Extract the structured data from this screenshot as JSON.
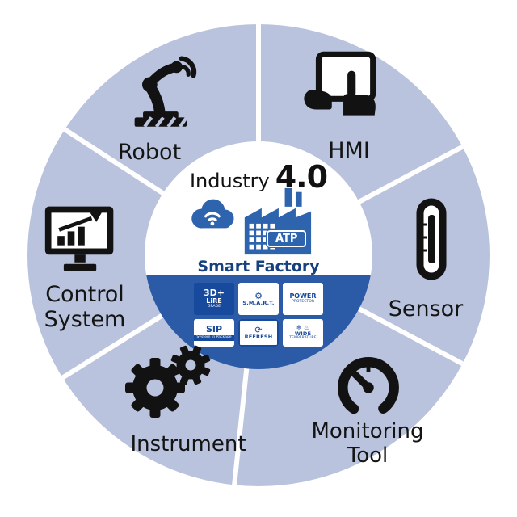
{
  "diagram": {
    "center": {
      "industry_label": "Industry",
      "version": "4.0",
      "atp_label": "ATP",
      "smart_factory": "Smart Factory",
      "tiles": [
        {
          "name": "3d-lire",
          "lines": [
            "3D+",
            "LiRE",
            "GRADE"
          ]
        },
        {
          "name": "smart",
          "icon": "⚙",
          "lines": [
            "S.M.A.R.T."
          ]
        },
        {
          "name": "power-protector",
          "lines": [
            "POWER",
            "PROTECTOR"
          ]
        },
        {
          "name": "sip",
          "lines": [
            "SIP",
            "System in Package"
          ]
        },
        {
          "name": "refresh",
          "icon": "⟳",
          "lines": [
            "REFRESH"
          ]
        },
        {
          "name": "wide-temperature",
          "icon": "❄ ♨",
          "lines": [
            "WIDE",
            "TEMPERATURE"
          ]
        }
      ]
    },
    "sectors": [
      {
        "id": "robot",
        "lines": [
          "Robot"
        ]
      },
      {
        "id": "hmi",
        "lines": [
          "HMI"
        ]
      },
      {
        "id": "sensor",
        "lines": [
          "Sensor"
        ]
      },
      {
        "id": "monitoring-tool",
        "lines": [
          "Monitoring",
          "Tool"
        ]
      },
      {
        "id": "instrument",
        "lines": [
          "Instrument"
        ]
      },
      {
        "id": "control-system",
        "lines": [
          "Control",
          "System"
        ]
      }
    ],
    "colors": {
      "ring": "#b9c3dd",
      "band": "#2b5ba6",
      "accent": "#17499c",
      "brand_blue": "#2e64ae",
      "icon_ink": "#121212"
    }
  }
}
